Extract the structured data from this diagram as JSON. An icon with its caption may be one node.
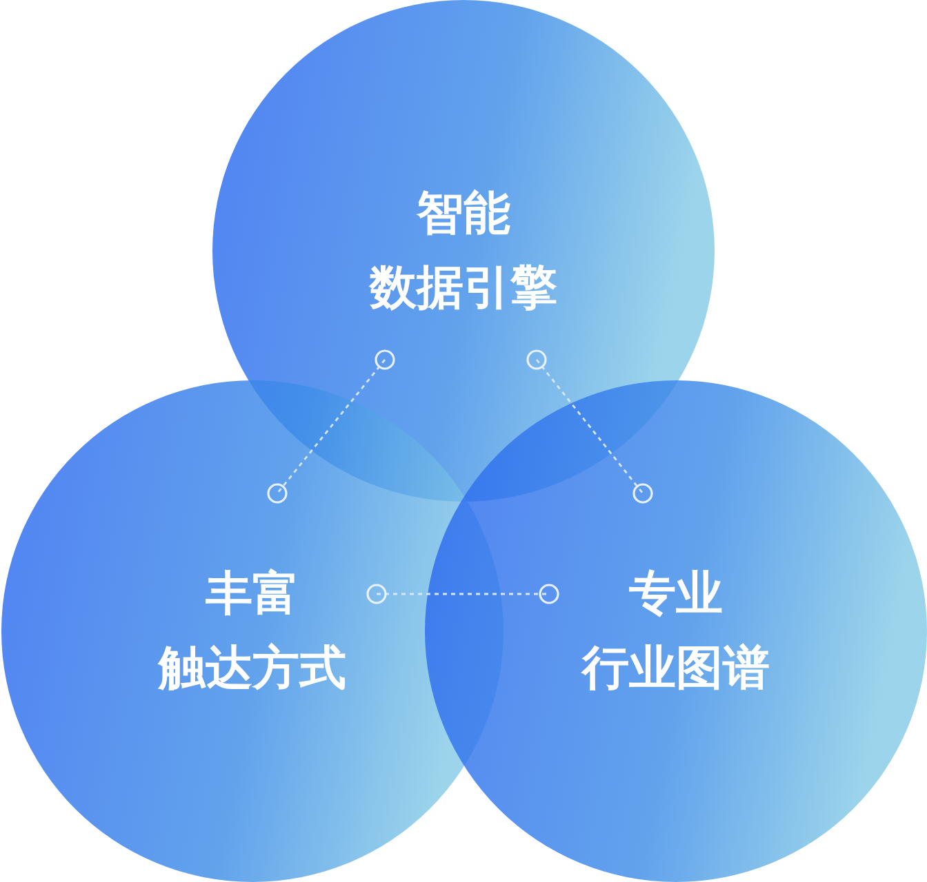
{
  "diagram": {
    "nodes": [
      {
        "text": [
          "智能",
          "数据引擎"
        ]
      },
      {
        "text": [
          "丰富",
          "触达方式"
        ]
      },
      {
        "text": [
          "专业",
          "行业图谱"
        ]
      }
    ],
    "edges": [
      {
        "from": 0,
        "to": 1,
        "arrow": "other",
        "style": "dashed"
      },
      {
        "from": 0,
        "to": 2,
        "arrow": "other",
        "style": "dashed"
      },
      {
        "from": 1,
        "to": 2,
        "arrow": "other",
        "style": "dashed"
      }
    ]
  }
}
